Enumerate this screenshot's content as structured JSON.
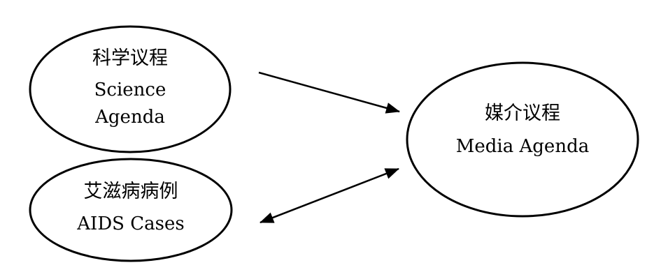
{
  "nodes": {
    "science_agenda": {
      "zh": "科学议程",
      "en_line1": "Science",
      "en_line2": "Agenda"
    },
    "aids_cases": {
      "zh": "艾滋病病例",
      "en": "AIDS Cases"
    },
    "media_agenda": {
      "zh": "媒介议程",
      "en": "Media Agenda"
    }
  },
  "edges": [
    {
      "from": "science_agenda",
      "to": "media_agenda",
      "direction": "one-way"
    },
    {
      "from": "aids_cases",
      "to": "media_agenda",
      "direction": "two-way"
    }
  ],
  "colors": {
    "stroke": "#000000",
    "background": "#ffffff",
    "text": "#000000"
  }
}
